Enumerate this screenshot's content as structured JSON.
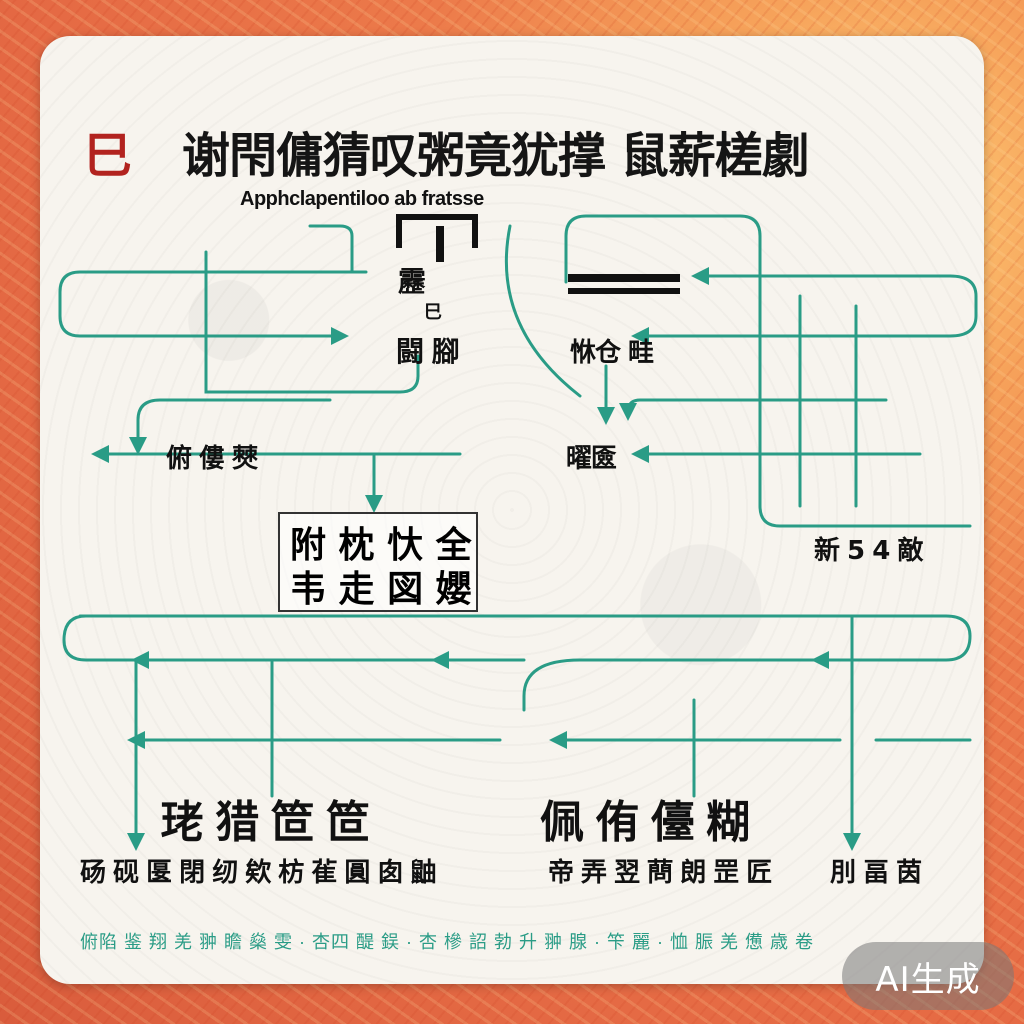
{
  "title": {
    "first_char": "巳",
    "rest": "谢閇傭猜叹粥竟犹撑 鼠薪槎劇"
  },
  "subtitle": "Apphclapentiloo ab fratsse",
  "labels": {
    "top_left_head": "靂",
    "top_left_small": "巳",
    "top_left_pair": "闘 腳",
    "top_right_pair": "恘仓 畦",
    "mid_left": "俯 僂 僰",
    "mid_right": "曜匳",
    "right_side": "新 5 4 敵",
    "center_box_line1": "附 枕 忕 全",
    "center_box_line2": "韦 走 図 孆",
    "bottom_left_big": "珯 猎 笸 笸",
    "bottom_right_big": "佩 侑 儓 糊",
    "bottom_left_row": "砀 砚 匽 閉 纫 欸 枋 雈 圓 囱 鼬",
    "bottom_mid_row": "帝 弄 翌 蔄 朗 罡 匠",
    "bottom_right_row": "刖 畐 茵",
    "footer_note": "俯陷 鉴 翔 羌 翀 瞻 燊 雯 · 杏四 醍 鋘 · 杏 槮 詔 勃 升 翀 腺 · 笇 麗 · 恤 脤 羌 憊 歳 卷"
  },
  "colors": {
    "card": "#f7f4ee",
    "connector": "#2a9c86",
    "title_accent": "#b2231f",
    "text": "#111111"
  },
  "badge": "AI生成"
}
